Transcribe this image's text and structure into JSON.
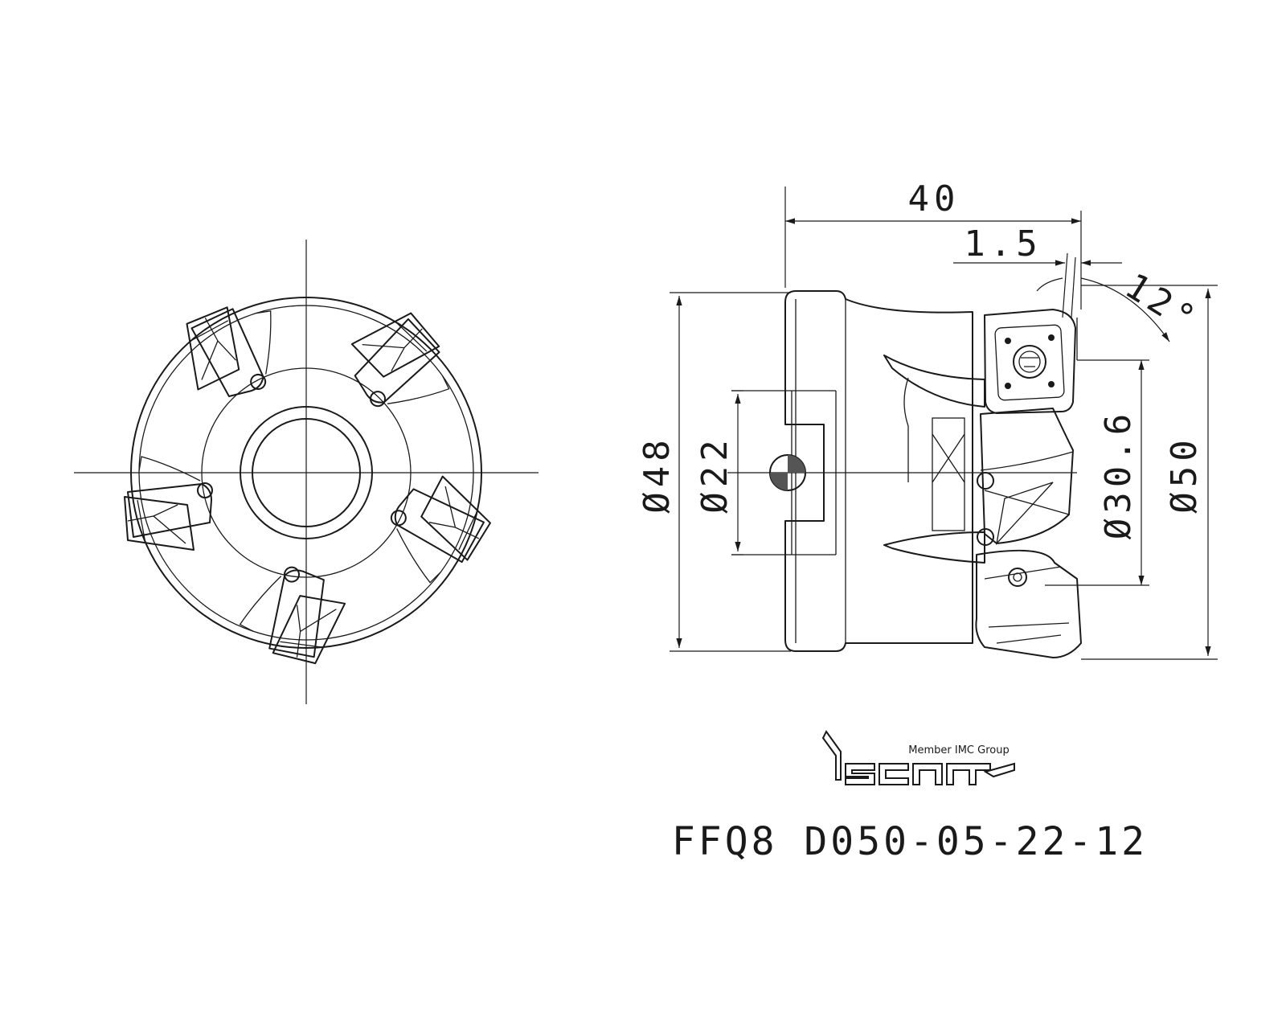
{
  "dimensions": {
    "length_total": "40",
    "offset": "1.5",
    "lead_angle": "12°",
    "dia_48": "Ø48",
    "dia_22": "Ø22",
    "dia_30_6": "Ø30.6",
    "dia_50": "Ø50"
  },
  "logo": {
    "tagline": "Member IMC Group",
    "wordmark": "iscar"
  },
  "part_number": "FFQ8  D050-05-22-12"
}
